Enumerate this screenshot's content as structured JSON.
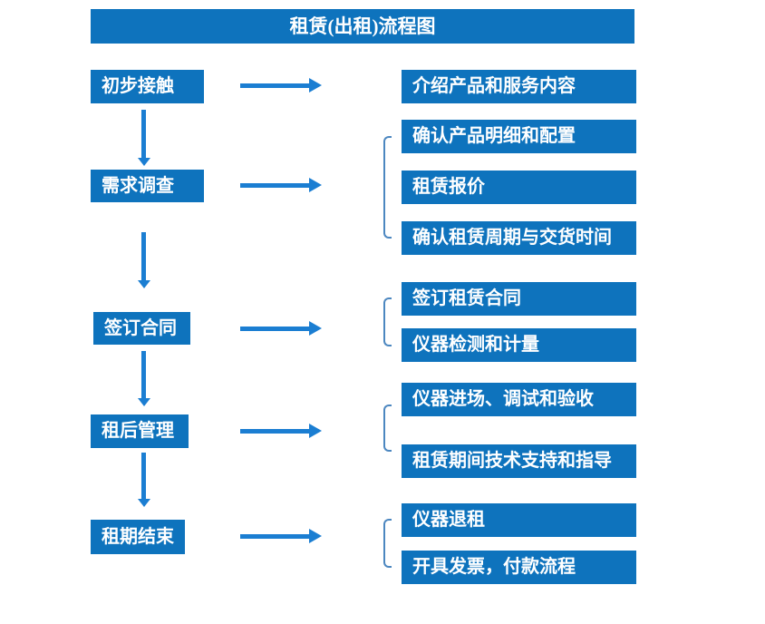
{
  "title": "租赁(出租)流程图",
  "colors": {
    "box_fill": "#0e73bd",
    "arrow": "#1b7ed2",
    "bracket": "#4c87c0",
    "text": "#ffffff",
    "background": "#ffffff"
  },
  "stages": [
    {
      "label": "初步接触",
      "outputs": [
        "介绍产品和服务内容"
      ]
    },
    {
      "label": "需求调查",
      "outputs": [
        "确认产品明细和配置",
        "租赁报价",
        "确认租赁周期与交货时间"
      ]
    },
    {
      "label": "签订合同",
      "outputs": [
        "签订租赁合同",
        "仪器检测和计量"
      ]
    },
    {
      "label": "租后管理",
      "outputs": [
        "仪器进场、调试和验收",
        "租赁期间技术支持和指导"
      ]
    },
    {
      "label": "租期结束",
      "outputs": [
        "仪器退租",
        "开具发票，付款流程"
      ]
    }
  ]
}
